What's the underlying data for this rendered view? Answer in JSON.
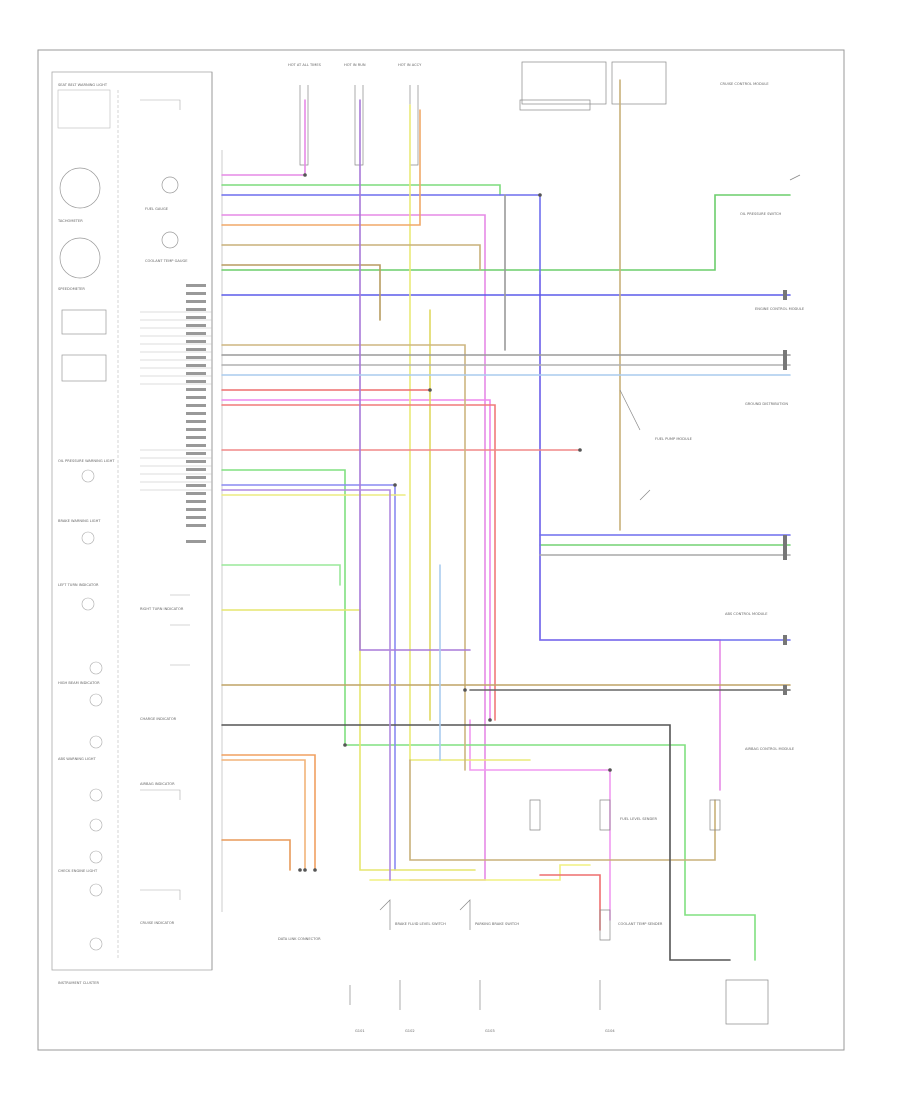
{
  "diagram": {
    "title": "Instrument Cluster Wiring Diagram",
    "footer_id": "",
    "cluster_label": "INSTRUMENT CLUSTER",
    "cluster_components": [
      "SEAT BELT WARNING LIGHT",
      "TACHOMETER",
      "SPEEDOMETER",
      "FUEL GAUGE",
      "COOLANT TEMP GAUGE",
      "OIL PRESSURE WARNING LIGHT",
      "BRAKE WARNING LIGHT",
      "LEFT TURN INDICATOR",
      "RIGHT TURN INDICATOR",
      "HIGH BEAM INDICATOR",
      "CHARGE INDICATOR",
      "ABS WARNING LIGHT",
      "AIRBAG INDICATOR",
      "CHECK ENGINE LIGHT",
      "CRUISE INDICATOR"
    ],
    "top_fuses": [
      "HOT AT ALL TIMES",
      "HOT IN RUN",
      "HOT IN ACCY"
    ],
    "right_components": [
      "OIL PRESSURE SWITCH",
      "ENGINE CONTROL MODULE",
      "GROUND DISTRIBUTION",
      "FUEL PUMP MODULE",
      "ABS CONTROL MODULE",
      "AIRBAG CONTROL MODULE",
      "CRUISE CONTROL MODULE"
    ],
    "bottom_components": [
      "DATA LINK CONNECTOR",
      "BRAKE FLUID LEVEL SWITCH",
      "PARKING BRAKE SWITCH",
      "COOLANT TEMP SENDER",
      "FUEL LEVEL SENDER",
      "G101",
      "G102",
      "G103",
      "G104"
    ],
    "wire_colors": {
      "pink": "#e68ae6",
      "green": "#7ddc7d",
      "blue": "#6f6fee",
      "yellow": "#eaea78",
      "orange": "#f0a868",
      "gray": "#9a9a9a",
      "red": "#ee6f6f",
      "tan": "#c8b07a",
      "dark": "#555555",
      "light_blue": "#aaccee",
      "purple": "#a87ad8"
    }
  }
}
